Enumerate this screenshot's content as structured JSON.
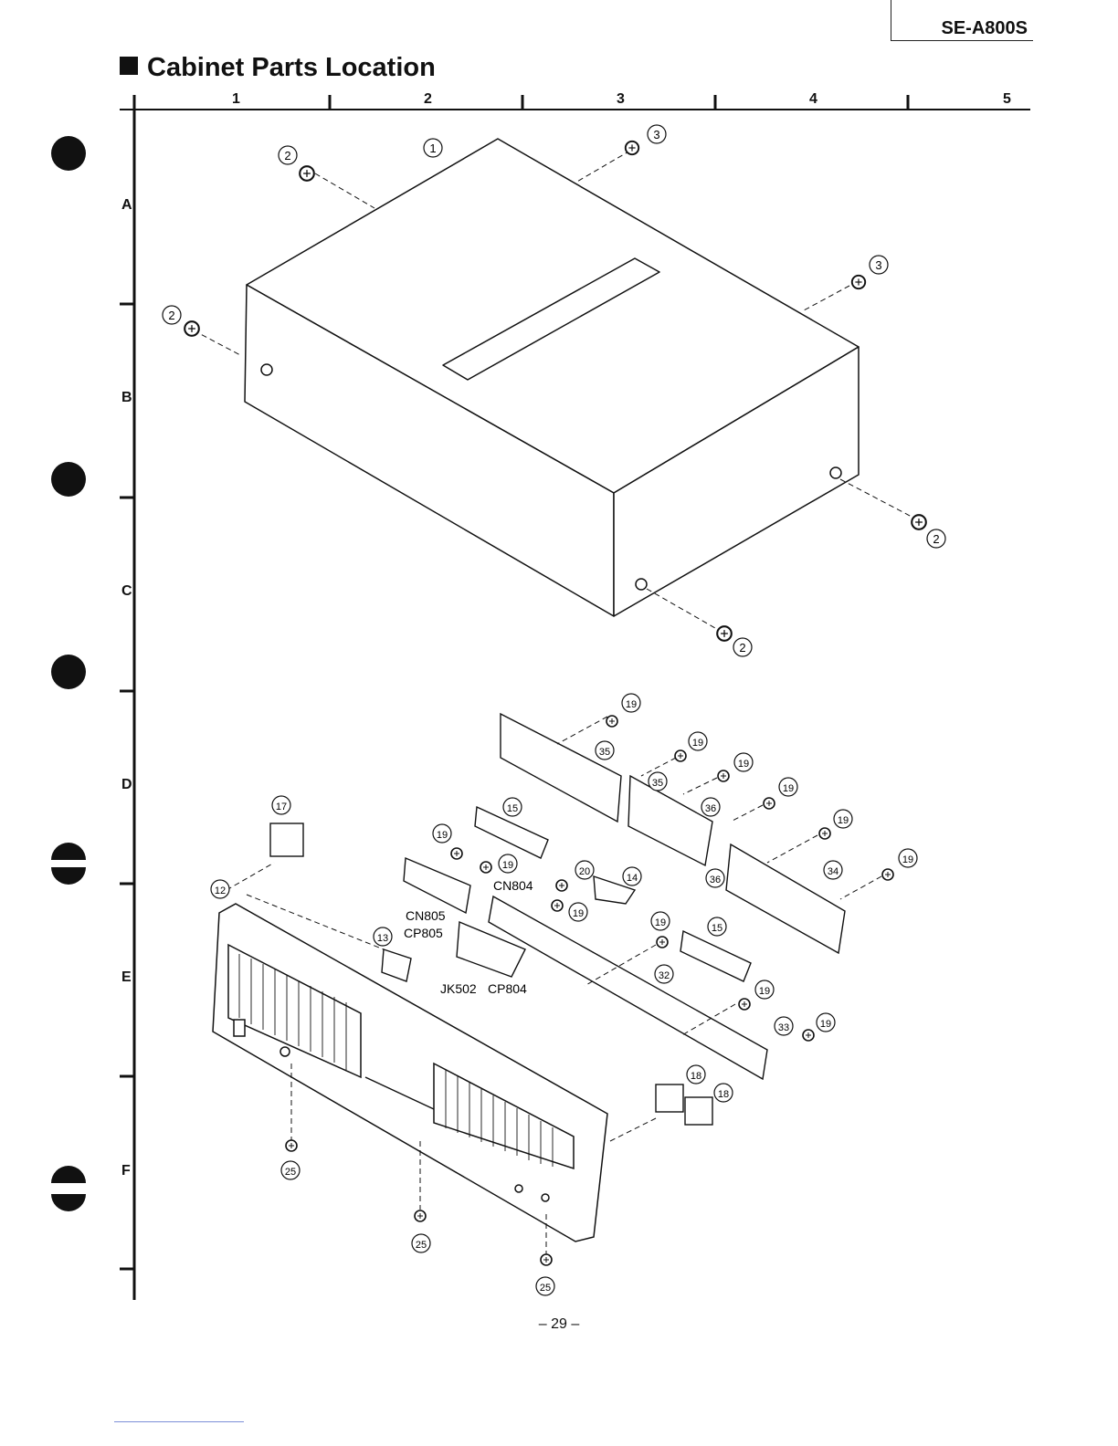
{
  "header": {
    "model": "SE-A800S",
    "title": "Cabinet Parts Location"
  },
  "grid": {
    "columns": [
      "1",
      "2",
      "3",
      "4",
      "5"
    ],
    "rows": [
      "A",
      "B",
      "C",
      "D",
      "E",
      "F"
    ]
  },
  "callouts": {
    "c1": "1",
    "c2": "2",
    "c3": "3",
    "c12": "12",
    "c13": "13",
    "c14": "14",
    "c15": "15",
    "c17": "17",
    "c18": "18",
    "c19": "19",
    "c20": "20",
    "c25": "25",
    "c32": "32",
    "c33": "33",
    "c34": "34",
    "c35": "35",
    "c36": "36"
  },
  "connectors": {
    "cn804": "CN804",
    "cn805": "CN805",
    "cp805": "CP805",
    "jk502": "JK502",
    "cp804": "CP804"
  },
  "footer": {
    "page_number": "– 29 –"
  }
}
